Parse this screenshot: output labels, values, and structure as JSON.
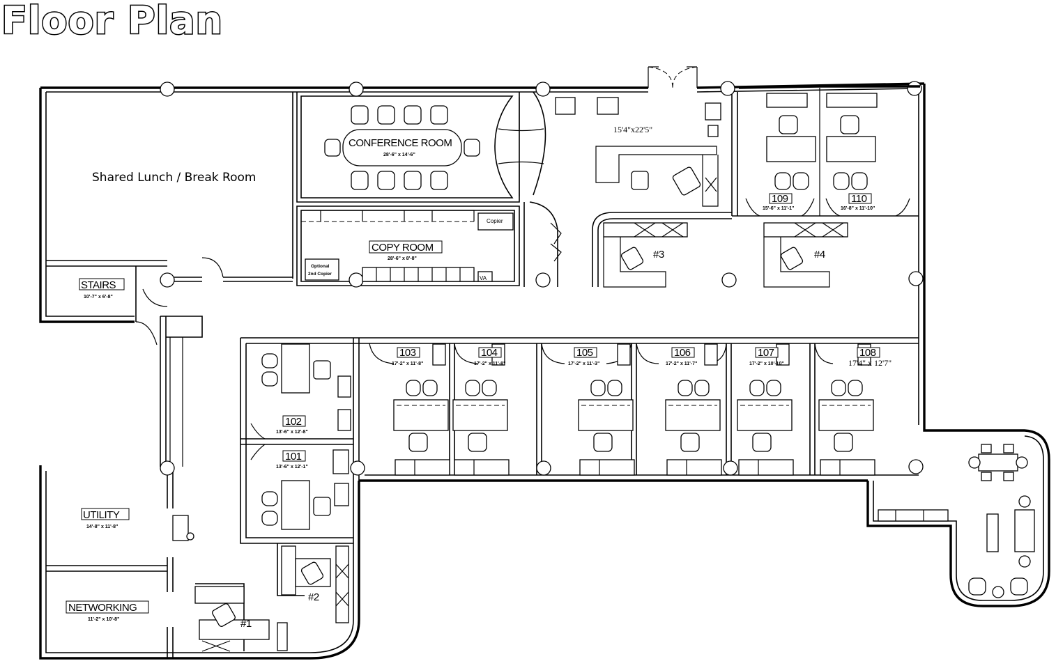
{
  "title": "Floor Plan",
  "rooms": {
    "lunch": {
      "label": "Shared Lunch / Break Room"
    },
    "stairs": {
      "label": "STAIRS",
      "dims": "10'-7\" x 6'-8\""
    },
    "utility": {
      "label": "UTILITY",
      "dims": "14'-8\" x 11'-8\""
    },
    "networking": {
      "label": "NETWORKING",
      "dims": "11'-2\" x 10'-8\""
    },
    "conference": {
      "label": "CONFERENCE ROOM",
      "dims": "28'-6\" x 14'-6\""
    },
    "copy": {
      "label": "COPY ROOM",
      "dims": "28'-6\" x 8'-8\""
    },
    "reception": {
      "dims": "15'4\"x22'5\""
    },
    "r101": {
      "label": "101",
      "dims": "13'-6\" x 12'-1\""
    },
    "r102": {
      "label": "102",
      "dims": "13'-6\" x 12'-8\""
    },
    "r103": {
      "label": "103",
      "dims": "17'-2\" x 11'-8\""
    },
    "r104": {
      "label": "104",
      "dims": "17'-2\" x 11'-8\""
    },
    "r105": {
      "label": "105",
      "dims": "17'-2\" x 11'-3\""
    },
    "r106": {
      "label": "106",
      "dims": "17'-2\" x 11'-7\""
    },
    "r107": {
      "label": "107",
      "dims": "17'-2\" x 10'-10\""
    },
    "r108": {
      "label": "108",
      "dims": "17'4\" x 12'7\""
    },
    "r109": {
      "label": "109",
      "dims": "15'-6\" x 11'-1\""
    },
    "r110": {
      "label": "110",
      "dims": "16'-8\" x 11'-10\""
    }
  },
  "workstations": [
    "#1",
    "#2",
    "#3",
    "#4"
  ],
  "equipment": {
    "copier": "Copier",
    "optional_copier_line1": "Optional",
    "optional_copier_line2": "2nd Copier",
    "va": "VA"
  }
}
